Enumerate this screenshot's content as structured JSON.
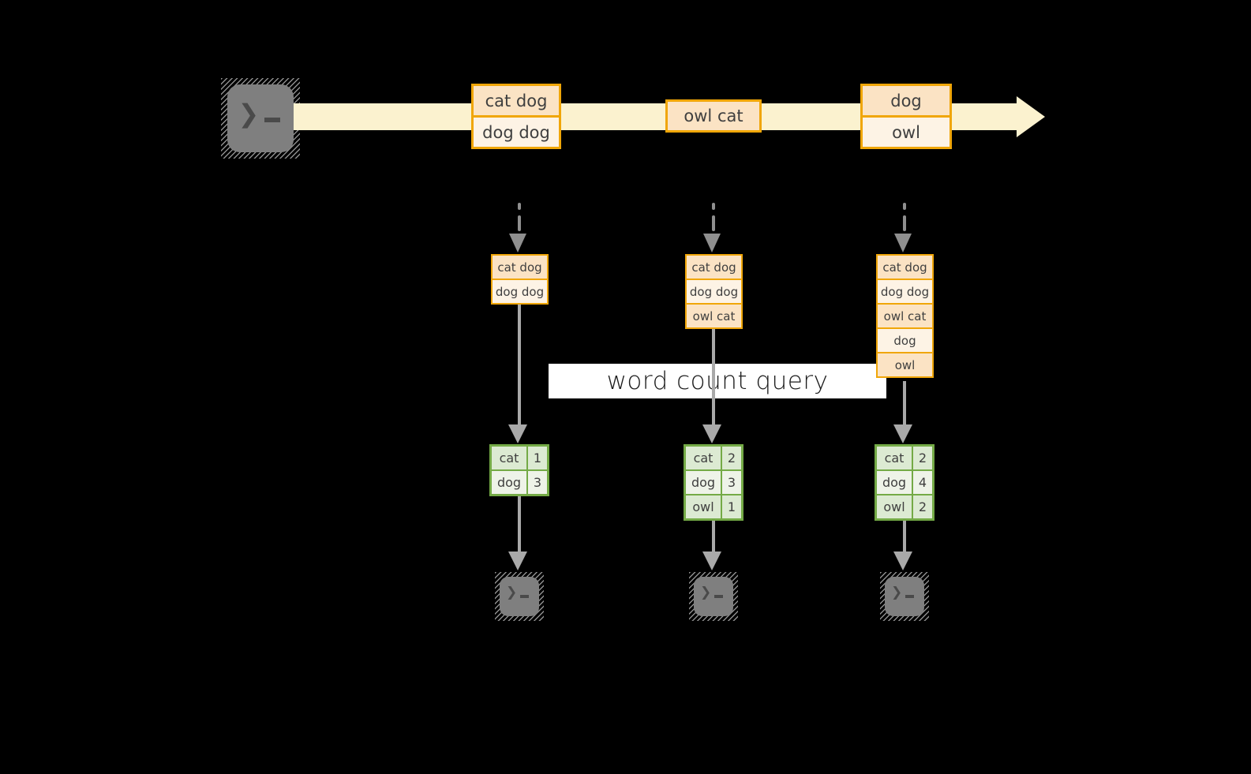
{
  "query_label": "word count query",
  "terminal_icon": {
    "chevron": "❯"
  },
  "stream": {
    "events": [
      {
        "rows": [
          "cat dog",
          "dog dog"
        ]
      },
      {
        "rows": [
          "owl cat"
        ]
      },
      {
        "rows": [
          "dog",
          "owl"
        ]
      }
    ]
  },
  "pipelines": [
    {
      "buffer": [
        "cat dog",
        "dog dog"
      ],
      "counts": [
        {
          "word": "cat",
          "count": "1"
        },
        {
          "word": "dog",
          "count": "3"
        }
      ]
    },
    {
      "buffer": [
        "cat dog",
        "dog dog",
        "owl cat"
      ],
      "counts": [
        {
          "word": "cat",
          "count": "2"
        },
        {
          "word": "dog",
          "count": "3"
        },
        {
          "word": "owl",
          "count": "1"
        }
      ]
    },
    {
      "buffer": [
        "cat dog",
        "dog dog",
        "owl cat",
        "dog",
        "owl"
      ],
      "counts": [
        {
          "word": "cat",
          "count": "2"
        },
        {
          "word": "dog",
          "count": "4"
        },
        {
          "word": "owl",
          "count": "2"
        }
      ]
    }
  ],
  "colors": {
    "orange": "#F0A608",
    "peach_dark": "#FBE3C4",
    "peach_light": "#FDF3E5",
    "stream": "#FBF2CF",
    "green": "#74AA46",
    "green_dark": "#DCEAD2",
    "green_light": "#EEF3E8",
    "line_gray": "#A9A9A9",
    "dash_gray": "#8F8F8F",
    "terminal_fill": "#7F7F7F",
    "glyph": "#4A4A4A",
    "cell_text": "#3F3F3F"
  }
}
